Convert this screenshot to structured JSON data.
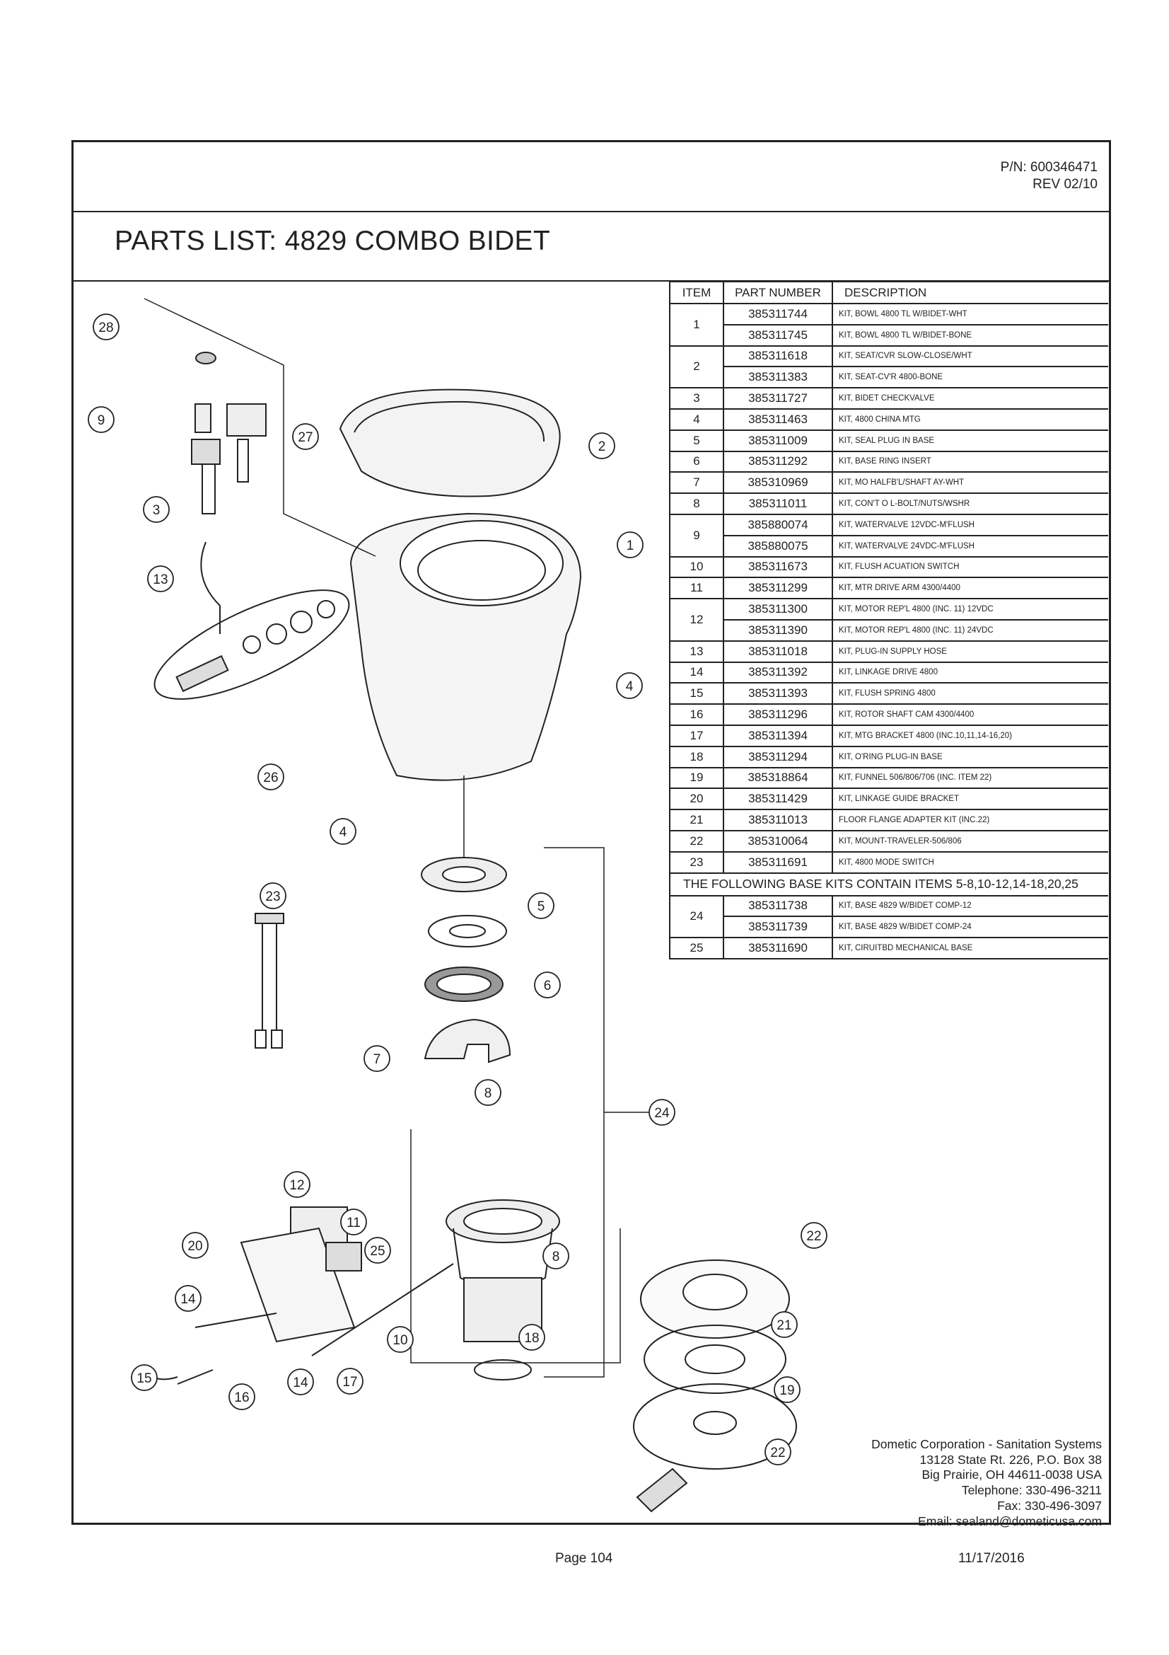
{
  "header": {
    "part_number": "P/N:  600346471",
    "revision": "REV 02/10",
    "title": "PARTS LIST:  4829 COMBO BIDET"
  },
  "table": {
    "columns": [
      "ITEM",
      "PART NUMBER",
      "DESCRIPTION"
    ],
    "rows": [
      {
        "item": "1",
        "parts": [
          [
            "385311744",
            "KIT, BOWL 4800 TL W/BIDET-WHT"
          ],
          [
            "385311745",
            "KIT, BOWL 4800 TL W/BIDET-BONE"
          ]
        ]
      },
      {
        "item": "2",
        "parts": [
          [
            "385311618",
            "KIT, SEAT/CVR SLOW-CLOSE/WHT"
          ],
          [
            "385311383",
            "KIT, SEAT-CV'R 4800-BONE"
          ]
        ]
      },
      {
        "item": "3",
        "parts": [
          [
            "385311727",
            "KIT, BIDET CHECKVALVE"
          ]
        ]
      },
      {
        "item": "4",
        "parts": [
          [
            "385311463",
            "KIT, 4800 CHINA MTG"
          ]
        ]
      },
      {
        "item": "5",
        "parts": [
          [
            "385311009",
            "KIT, SEAL PLUG IN BASE"
          ]
        ]
      },
      {
        "item": "6",
        "parts": [
          [
            "385311292",
            "KIT, BASE RING INSERT"
          ]
        ]
      },
      {
        "item": "7",
        "parts": [
          [
            "385310969",
            "KIT, MO HALFB'L/SHAFT AY-WHT"
          ]
        ]
      },
      {
        "item": "8",
        "parts": [
          [
            "385311011",
            "KIT, CON'T O L-BOLT/NUTS/WSHR"
          ]
        ]
      },
      {
        "item": "9",
        "parts": [
          [
            "385880074",
            "KIT, WATERVALVE 12VDC-M'FLUSH"
          ],
          [
            "385880075",
            "KIT, WATERVALVE 24VDC-M'FLUSH"
          ]
        ]
      },
      {
        "item": "10",
        "parts": [
          [
            "385311673",
            "KIT, FLUSH ACUATION SWITCH"
          ]
        ]
      },
      {
        "item": "11",
        "parts": [
          [
            "385311299",
            "KIT, MTR DRIVE ARM 4300/4400"
          ]
        ]
      },
      {
        "item": "12",
        "parts": [
          [
            "385311300",
            "KIT, MOTOR REP'L 4800 (INC. 11) 12VDC"
          ],
          [
            "385311390",
            "KIT, MOTOR REP'L 4800 (INC. 11) 24VDC"
          ]
        ]
      },
      {
        "item": "13",
        "parts": [
          [
            "385311018",
            "KIT, PLUG-IN SUPPLY HOSE"
          ]
        ]
      },
      {
        "item": "14",
        "parts": [
          [
            "385311392",
            "KIT, LINKAGE DRIVE 4800"
          ]
        ]
      },
      {
        "item": "15",
        "parts": [
          [
            "385311393",
            "KIT, FLUSH SPRING 4800"
          ]
        ]
      },
      {
        "item": "16",
        "parts": [
          [
            "385311296",
            "KIT, ROTOR SHAFT CAM 4300/4400"
          ]
        ]
      },
      {
        "item": "17",
        "parts": [
          [
            "385311394",
            "KIT, MTG BRACKET 4800 (INC.10,11,14-16,20)"
          ]
        ]
      },
      {
        "item": "18",
        "parts": [
          [
            "385311294",
            "KIT, O'RING PLUG-IN BASE"
          ]
        ]
      },
      {
        "item": "19",
        "parts": [
          [
            "385318864",
            "KIT, FUNNEL 506/806/706 (INC. ITEM 22)"
          ]
        ]
      },
      {
        "item": "20",
        "parts": [
          [
            "385311429",
            "KIT, LINKAGE GUIDE BRACKET"
          ]
        ]
      },
      {
        "item": "21",
        "parts": [
          [
            "385311013",
            "FLOOR FLANGE ADAPTER KIT (INC.22)"
          ]
        ]
      },
      {
        "item": "22",
        "parts": [
          [
            "385310064",
            "KIT, MOUNT-TRAVELER-506/806"
          ]
        ]
      },
      {
        "item": "23",
        "parts": [
          [
            "385311691",
            "KIT, 4800 MODE SWITCH"
          ]
        ]
      }
    ],
    "notice": "THE FOLLOWING BASE KITS CONTAIN ITEMS 5-8,10-12,14-18,20,25",
    "base_rows": [
      {
        "item": "24",
        "parts": [
          [
            "385311738",
            "KIT, BASE 4829 W/BIDET COMP-12"
          ],
          [
            "385311739",
            "KIT, BASE 4829 W/BIDET COMP-24"
          ]
        ]
      },
      {
        "item": "25",
        "parts": [
          [
            "385311690",
            "KIT, CIRUITBD MECHANICAL BASE"
          ]
        ]
      }
    ]
  },
  "diagram": {
    "callouts": [
      "28",
      "9",
      "3",
      "13",
      "27",
      "2",
      "1",
      "4",
      "26",
      "4",
      "5",
      "23",
      "6",
      "7",
      "8",
      "24",
      "12",
      "11",
      "25",
      "20",
      "22",
      "8",
      "14",
      "21",
      "10",
      "18",
      "15",
      "14",
      "17",
      "16",
      "19",
      "22"
    ]
  },
  "contact": {
    "lines": [
      "Dometic Corporation - Sanitation Systems",
      "13128 State Rt. 226, P.O. Box 38",
      "Big Prairie, OH 44611-0038 USA",
      "Telephone: 330-496-3211",
      "Fax: 330-496-3097",
      "Email: sealand@dometicusa.com"
    ]
  },
  "footer": {
    "page": "Page 104",
    "date": "11/17/2016"
  }
}
